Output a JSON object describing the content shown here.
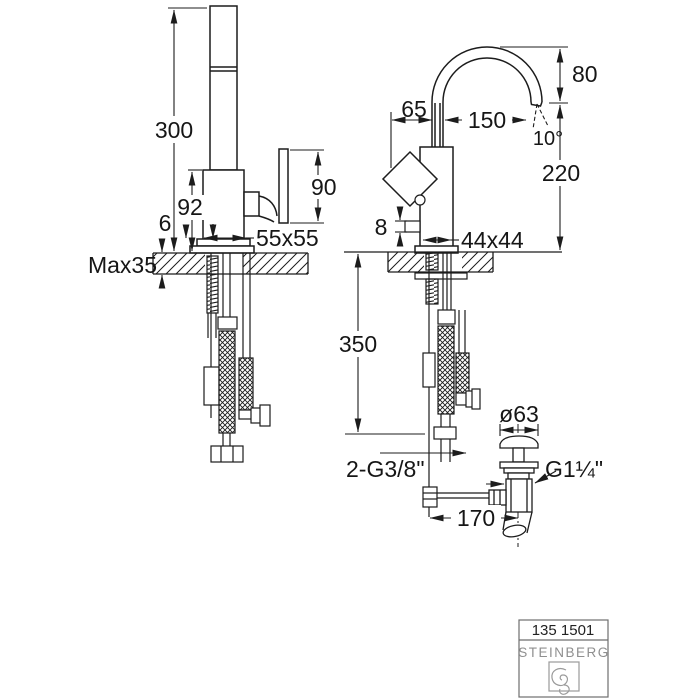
{
  "drawing": {
    "front_view": {
      "total_height": "300",
      "body_height": "92",
      "base_plate_gap": "6",
      "max_counter_thickness": "Max35",
      "base_footprint": "55x55",
      "handle_height": "90"
    },
    "side_view": {
      "spout_offset": "65",
      "spout_reach": "150",
      "spout_drop": "80",
      "outlet_angle": "10°",
      "outlet_height": "220",
      "side_port": "8",
      "base_footprint": "44x44",
      "hose_length": "350",
      "drain_cap_diameter": "ø63",
      "supply_connection": "2-G3/8\"",
      "drain_thread": "G1¼\"",
      "rod_offset": "170"
    },
    "title_block": {
      "product_code": "135 1501",
      "brand": "STEINBERG"
    },
    "colors": {
      "line": "#1c1c1c",
      "text": "#161616",
      "brand_gray": "#8f8f8f",
      "background": "#ffffff"
    }
  }
}
